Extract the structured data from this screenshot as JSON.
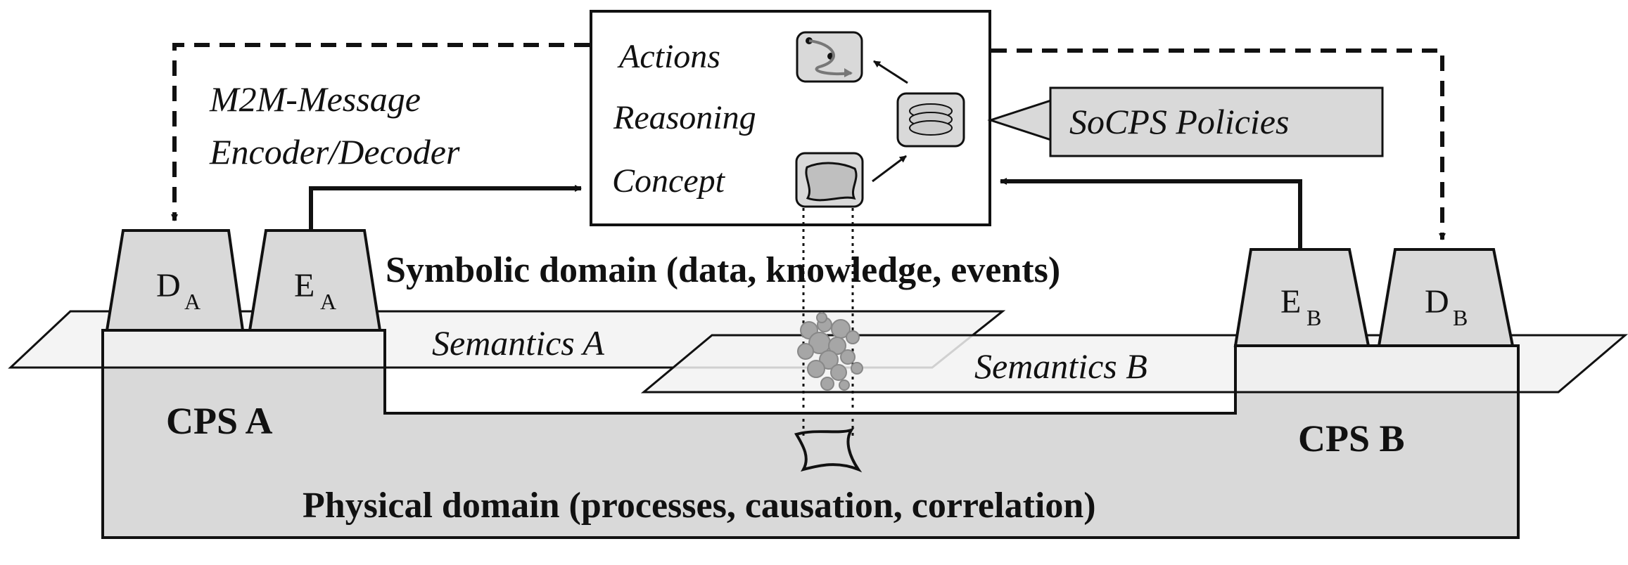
{
  "labels": {
    "m2m_line1": "M2M-Message",
    "m2m_line2": "Encoder/Decoder",
    "actions": "Actions",
    "reasoning": "Reasoning",
    "concept": "Concept",
    "policies": "SoCPS Policies",
    "symbolic_domain": "Symbolic domain (data, knowledge, events)",
    "semantics_a": "Semantics A",
    "semantics_b": "Semantics B",
    "cps_a": "CPS A",
    "cps_b": "CPS B",
    "physical_domain": "Physical domain (processes, causation, correlation)"
  },
  "blocks": {
    "decoder_a": {
      "letter": "D",
      "sub": "A"
    },
    "encoder_a": {
      "letter": "E",
      "sub": "A"
    },
    "encoder_b": {
      "letter": "E",
      "sub": "B"
    },
    "decoder_b": {
      "letter": "D",
      "sub": "B"
    }
  },
  "colors": {
    "fill_gray": "#d9d9d9",
    "plane_fill": "#f2f2f2",
    "stroke": "#111111",
    "cluster_gray": "#a6a6a6"
  }
}
